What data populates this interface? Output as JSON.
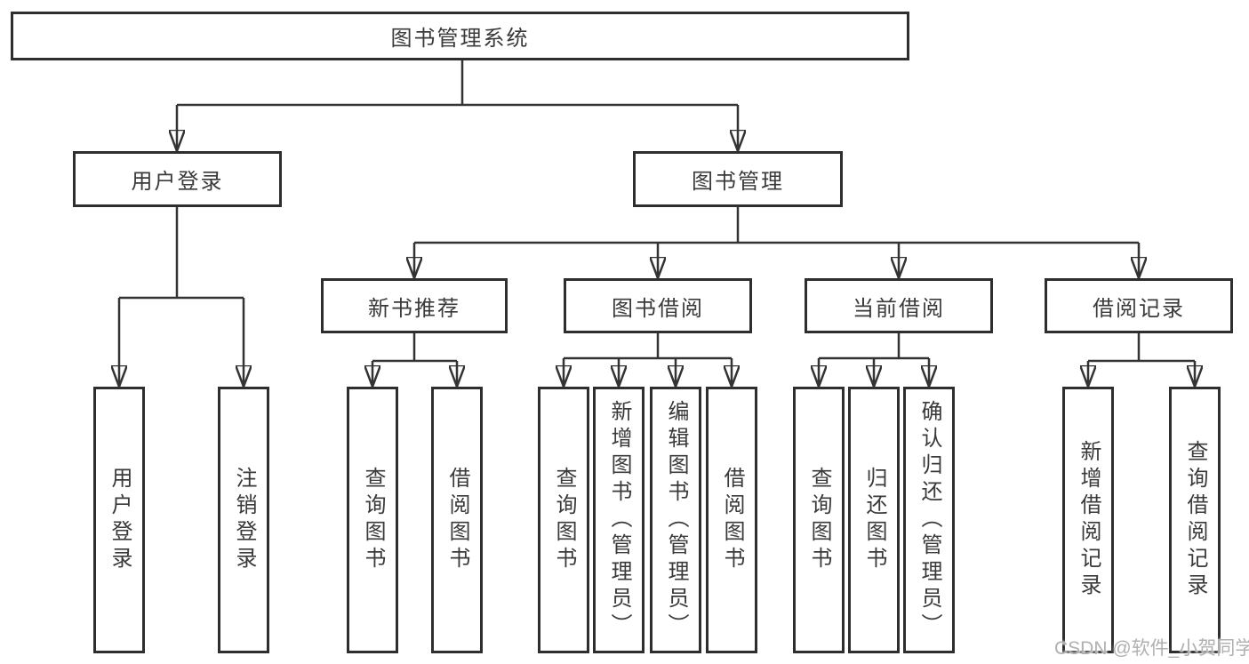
{
  "diagram_type": "functional-structure-tree",
  "colors": {
    "background": "#ffffff",
    "line": "#333333",
    "box_border": "#2e2e2e",
    "box_fill": "#ffffff",
    "text": "#3a3a3a",
    "watermark": "#b0b0b0"
  },
  "nodes": {
    "root": {
      "label": "图书管理系统"
    },
    "login": {
      "label": "用户登录"
    },
    "management": {
      "label": "图书管理"
    },
    "newBook": {
      "label": "新书推荐"
    },
    "bookBorrow": {
      "label": "图书借阅"
    },
    "currentBorrow": {
      "label": "当前借阅"
    },
    "borrowRecords": {
      "label": "借阅记录"
    },
    "userLogin": {
      "label": "用户登录"
    },
    "logoutLogin": {
      "label": "注销登录"
    },
    "queryBook1": {
      "label": "查询图书"
    },
    "borrowBook1": {
      "label": "借阅图书"
    },
    "queryBook2": {
      "label": "查询图书"
    },
    "addBook": {
      "label": "新增图书（管理员）"
    },
    "editBook": {
      "label": "编辑图书（管理员）"
    },
    "borrowBook2": {
      "label": "借阅图书"
    },
    "queryBook3": {
      "label": "查询图书"
    },
    "returnBook": {
      "label": "归还图书"
    },
    "confirmReturn": {
      "label": "确认归还（管理员）"
    },
    "addRecord": {
      "label": "新增借阅记录"
    },
    "queryRecord": {
      "label": "查询借阅记录"
    }
  },
  "hierarchy": {
    "root": [
      "login",
      "management"
    ],
    "login": [
      "userLogin",
      "logoutLogin"
    ],
    "management": [
      "newBook",
      "bookBorrow",
      "currentBorrow",
      "borrowRecords"
    ],
    "newBook": [
      "queryBook1",
      "borrowBook1"
    ],
    "bookBorrow": [
      "queryBook2",
      "addBook",
      "editBook",
      "borrowBook2"
    ],
    "currentBorrow": [
      "queryBook3",
      "returnBook",
      "confirmReturn"
    ],
    "borrowRecords": [
      "addRecord",
      "queryRecord"
    ]
  },
  "watermark": {
    "text": "CSDN @软件_小贺同学"
  }
}
